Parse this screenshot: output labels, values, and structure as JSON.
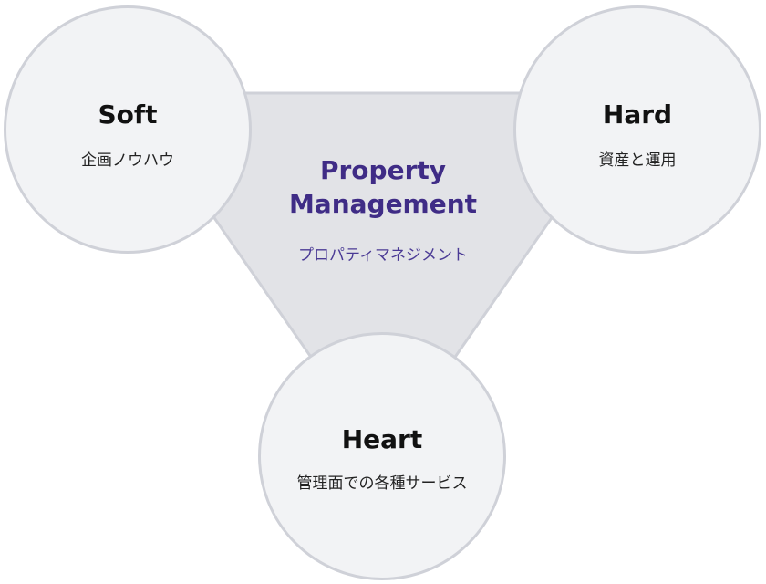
{
  "center": {
    "title_line1": "Property",
    "title_line2": "Management",
    "subtitle": "プロパティマネジメント"
  },
  "nodes": {
    "soft": {
      "title": "Soft",
      "subtitle": "企画ノウハウ"
    },
    "hard": {
      "title": "Hard",
      "subtitle": "資産と運用"
    },
    "heart": {
      "title": "Heart",
      "subtitle": "管理面での各種サービス"
    }
  },
  "colors": {
    "triangle_fill": "#e2e3e7",
    "triangle_stroke": "#cfd1d8",
    "circle_fill": "#f2f3f5",
    "circle_stroke": "#cfd1d8",
    "accent_text": "#3f2c86",
    "node_title": "#111111"
  }
}
